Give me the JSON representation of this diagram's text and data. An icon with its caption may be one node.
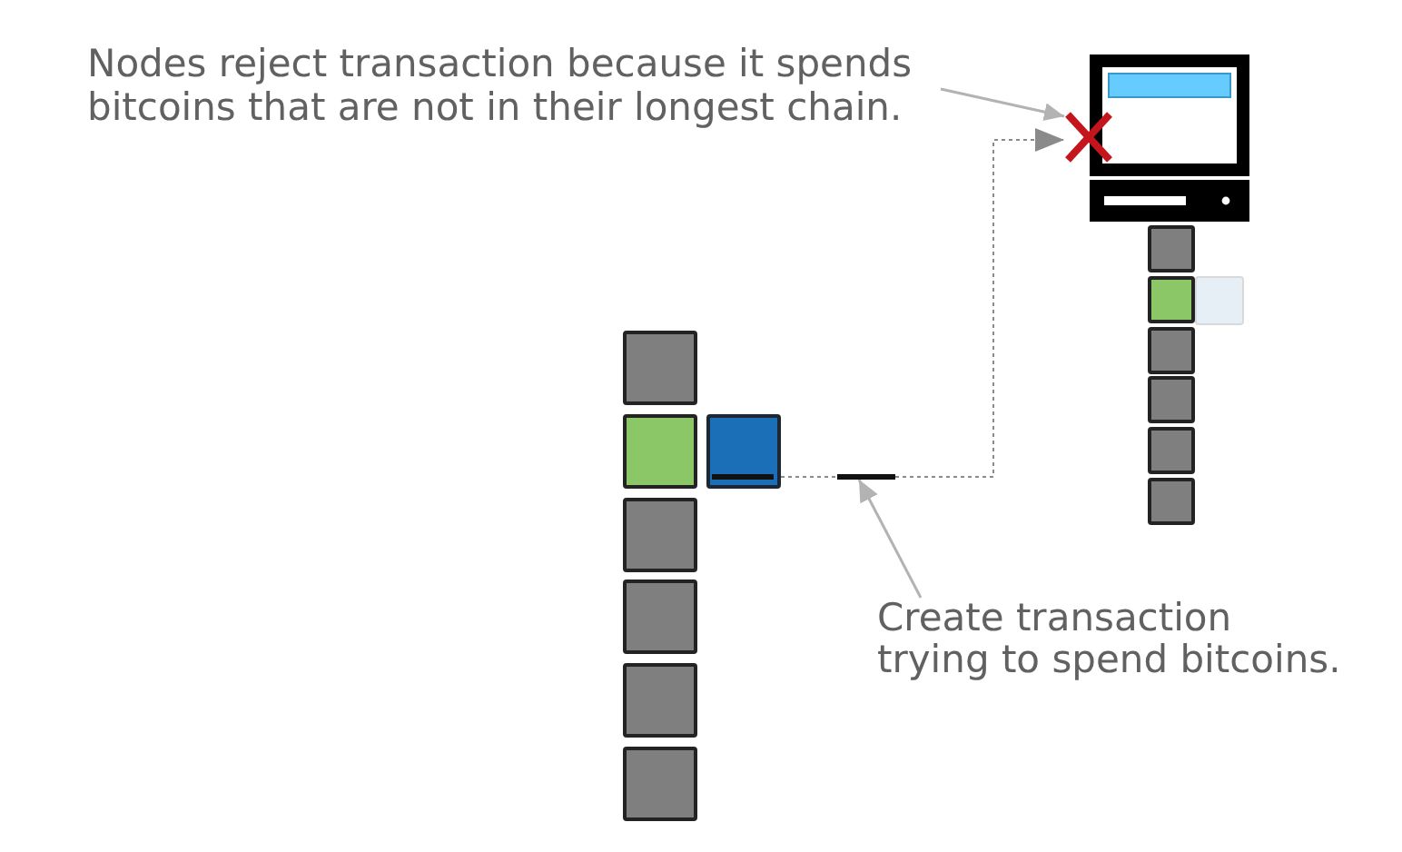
{
  "diagram": {
    "nodes": [
      {
        "text": [
          "Nodes reject transaction because it spends bitcoins that are not in their longest chain."
        ]
      },
      {
        "text": [],
        "shape": "picture"
      },
      {
        "text": [],
        "shape": "box"
      },
      {
        "text": [],
        "shape": "bar"
      },
      {
        "text": [
          "Create transaction trying to spend bitcoins."
        ]
      }
    ],
    "edges": [
      {
        "from": 0,
        "to": 1,
        "arrow": "to",
        "color": "#b3b3b3"
      },
      {
        "from": 2,
        "to": 3,
        "arrow": "none",
        "style": "dashed"
      },
      {
        "from": 3,
        "to": 1,
        "arrow": "to",
        "style": "dashed"
      },
      {
        "from": 4,
        "to": 3,
        "arrow": "to",
        "color": "#b3b3b3"
      }
    ]
  }
}
